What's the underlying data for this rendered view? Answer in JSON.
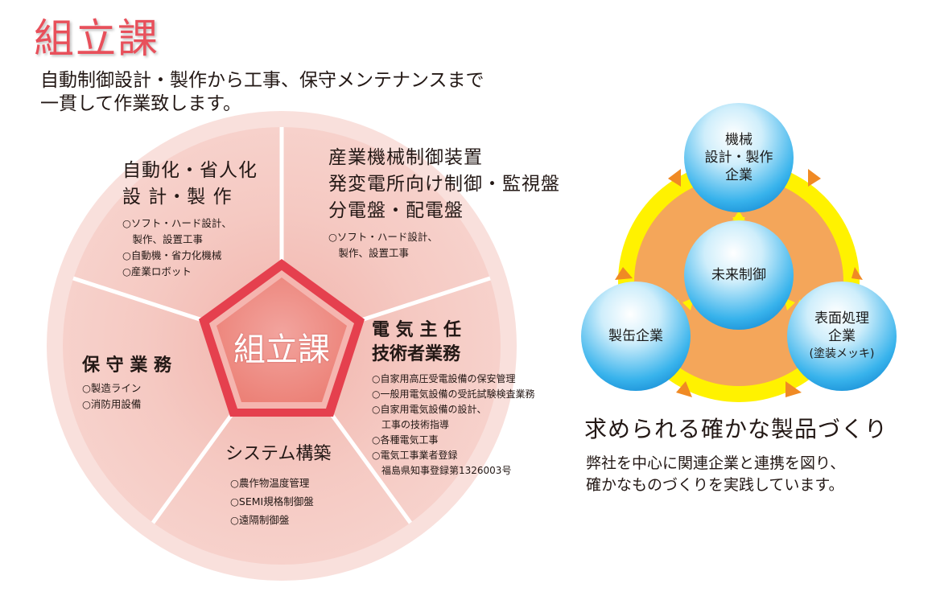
{
  "header": {
    "title": "組立課",
    "intro_lines": [
      "自動制御設計・製作から工事、保守メンテナンスまで",
      "一貫して作業致します。"
    ]
  },
  "circle_diagram": {
    "center_label": "組立課",
    "segments": [
      {
        "heading_lines": [
          "自動化・省人化",
          "設 計・製 作"
        ],
        "items": [
          "○ソフト・ハード設計、",
          "　製作、設置工事",
          "○自動機・省力化機械",
          "○産業ロボット"
        ]
      },
      {
        "heading_lines": [
          "産業機械制御装置",
          "発変電所向け制御・監視盤",
          "分電盤・配電盤"
        ],
        "items": [
          "○ソフト・ハード設計、",
          "　製作、設置工事"
        ]
      },
      {
        "heading_lines": [
          "電 気 主 任",
          "技術者業務"
        ],
        "items": [
          "○自家用高圧受電設備の保安管理",
          "○一般用電気設備の受託試験検査業務",
          "○自家用電気設備の設計、",
          "　工事の技術指導",
          "○各種電気工事",
          "○電気工事業者登録",
          "　福島県知事登録第1326003号"
        ]
      },
      {
        "heading_lines": [
          "システム構築"
        ],
        "items": [
          "○農作物温度管理",
          "○SEMI規格制御盤",
          "○遠隔制御盤"
        ]
      },
      {
        "heading_lines": [
          "保 守 業 務"
        ],
        "items": [
          "○製造ライン",
          "○消防用設備"
        ]
      }
    ]
  },
  "network_diagram": {
    "center": "未来制御",
    "top": [
      "機械",
      "設計・製作",
      "企業"
    ],
    "left": "製缶企業",
    "right": [
      "表面処理",
      "企業",
      "(塗装メッキ)"
    ]
  },
  "slogan": {
    "heading": "求められる確かな製品づくり",
    "body_lines": [
      "弊社を中心に関連企業と連携を図り、",
      "確かなものづくりを実践しています。"
    ]
  },
  "colors": {
    "title_red": "#e8505b",
    "circle_outer": "#f8dbd6",
    "segment_fill": "#f3c4bd",
    "pentagon": "#e5404e",
    "bubble_blue": "#1a9fe0",
    "ring_yellow": "#fff200",
    "ring_orange": "#f4a65a"
  }
}
